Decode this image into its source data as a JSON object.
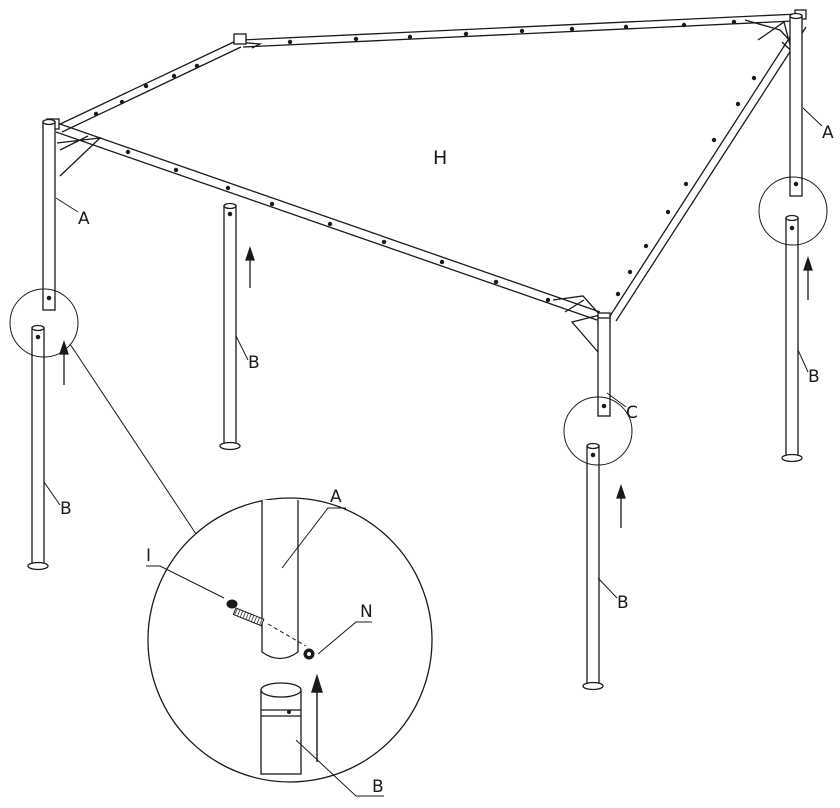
{
  "diagram": {
    "labels": {
      "canopy": "H",
      "upper_leg_left": "A",
      "upper_leg_right": "A",
      "upper_leg_front": "C",
      "lower_leg_back_left": "B",
      "lower_leg_front_left": "B",
      "lower_leg_front_right": "B",
      "lower_leg_back_right": "B",
      "detail_upper_pole": "A",
      "detail_lower_pole": "B",
      "detail_bolt": "I",
      "detail_nut": "N"
    },
    "colors": {
      "line": "#1a1a1a",
      "fill": "#ffffff"
    }
  }
}
